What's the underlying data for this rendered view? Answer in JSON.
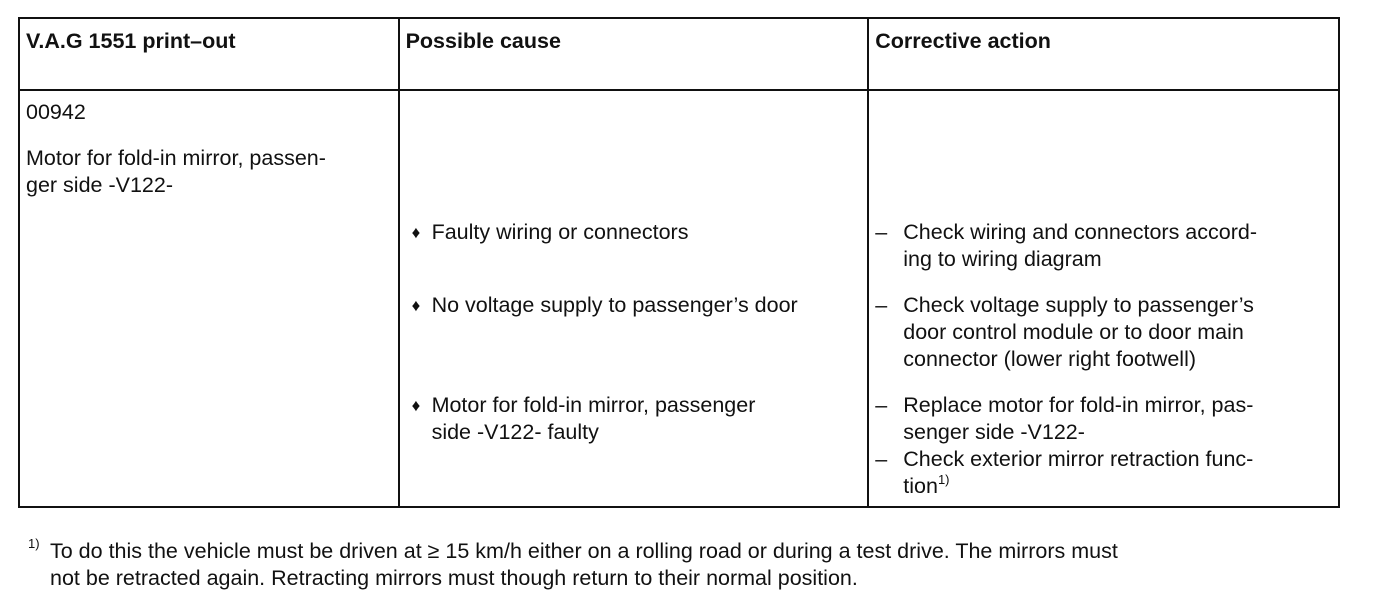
{
  "table": {
    "headers": [
      "V.A.G 1551 print–out",
      "Possible cause",
      "Corrective action"
    ],
    "fault_code": "00942",
    "component": "Motor for fold-in mirror, passen-ger side -V122-",
    "component_lines": [
      "Motor for fold-in mirror, passen-",
      "ger side -V122-"
    ],
    "rows": [
      {
        "cause": [
          "Faulty wiring or connectors"
        ],
        "actions": [
          [
            "Check wiring and connectors accord-",
            "ing to wiring diagram"
          ]
        ]
      },
      {
        "cause": [
          "No voltage supply to passenger’s door"
        ],
        "actions": [
          [
            "Check voltage supply to passenger’s",
            "door control module or to door main",
            "connector (lower right footwell)"
          ]
        ]
      },
      {
        "cause": [
          "Motor for fold-in mirror, passenger",
          "side -V122- faulty"
        ],
        "actions": [
          [
            "Replace motor for fold-in mirror, pas-",
            "senger side -V122-"
          ],
          [
            "Check exterior mirror retraction func-",
            "tion"
          ]
        ]
      }
    ],
    "footnote_ref": "1)",
    "bullet": "♦",
    "dash": "–"
  },
  "footnote": {
    "mark": "1)",
    "lines": [
      "To do this the vehicle must be driven at ≥ 15 km/h either on a rolling road or during a test drive.  The mirrors must",
      "not be retracted again.  Retracting mirrors must though return to their normal position."
    ]
  }
}
